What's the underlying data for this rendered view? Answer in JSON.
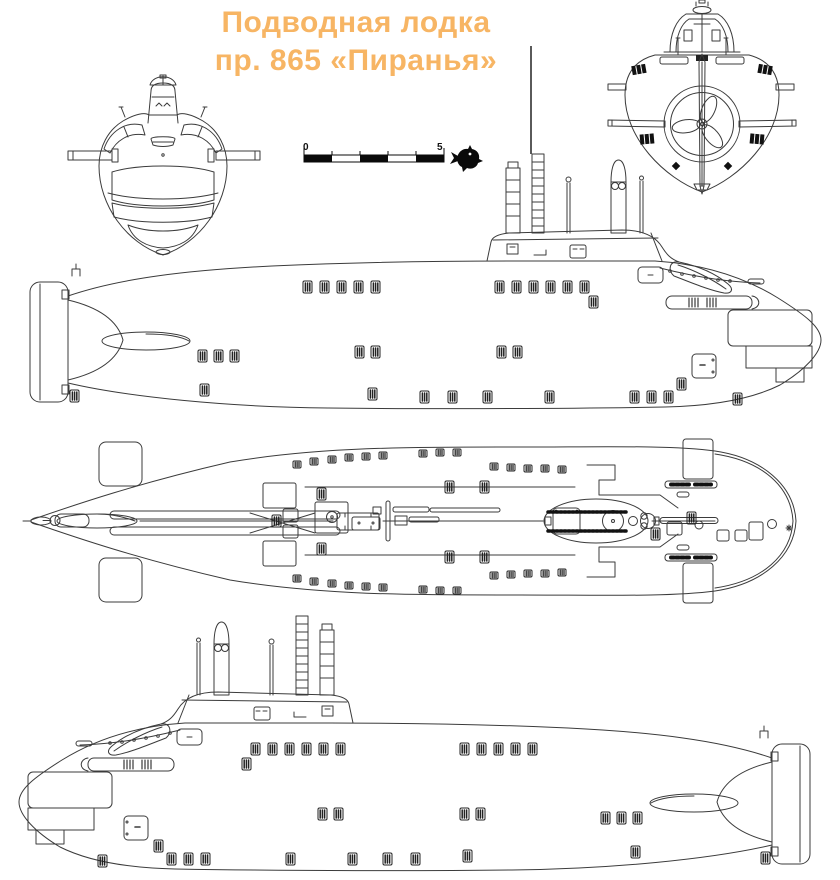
{
  "title": {
    "line1": "Подводная лодка",
    "line2": "пр. 865 «Пиранья»",
    "color": "#F7B564"
  },
  "scale_bar": {
    "start_label": "0",
    "end_label": "5",
    "segments": 5,
    "bar_color": "#0a0a0a"
  },
  "drawing": {
    "background": "#ffffff",
    "line_color": "#3b3b3b",
    "views": {
      "front": "bow-cross-section-view",
      "stern": "stern-view-ducted-propeller",
      "profile_top": "side-profile-bow-right",
      "plan": "top-plan-view",
      "profile_bottom": "side-profile-bow-left"
    },
    "logo": "piranha-fish-mark"
  }
}
